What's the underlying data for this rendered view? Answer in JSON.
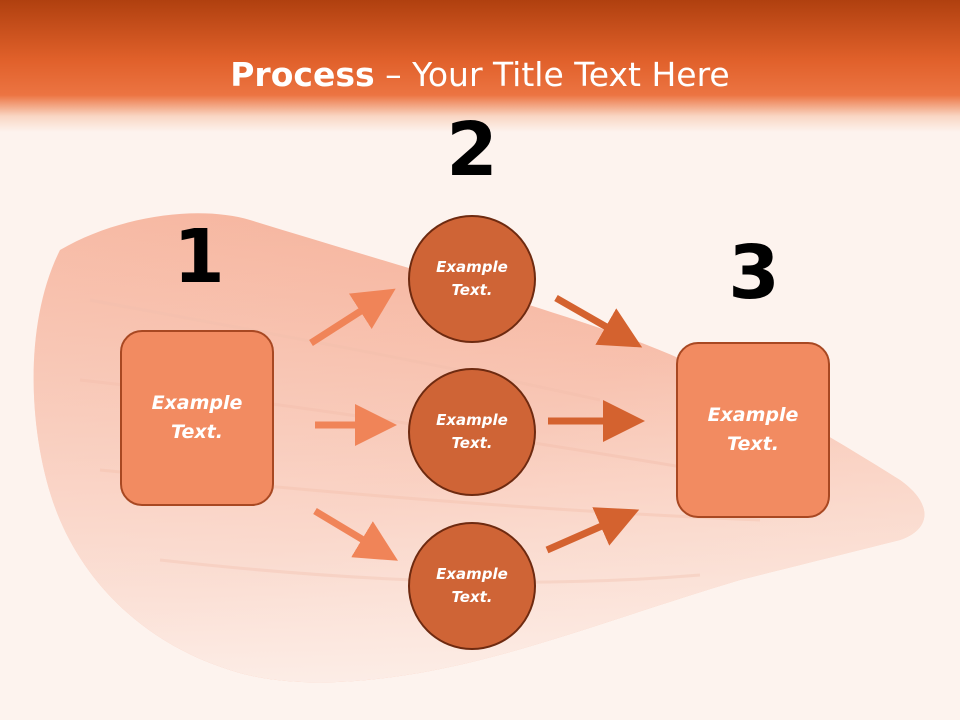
{
  "title": {
    "bold": "Process",
    "rest": " – Your Title Text Here"
  },
  "steps": {
    "one": "1",
    "two": "2",
    "three": "3"
  },
  "nodes": {
    "left_box": "Example Text.",
    "circle_top": "Example Text.",
    "circle_middle": "Example Text.",
    "circle_bottom": "Example Text.",
    "right_box": "Example Text."
  },
  "colors": {
    "header": "#e0602a",
    "box_fill": "#f28b61",
    "circle_fill": "#cf6436",
    "arrow_light": "#f08458",
    "arrow_dark": "#d4622f"
  }
}
